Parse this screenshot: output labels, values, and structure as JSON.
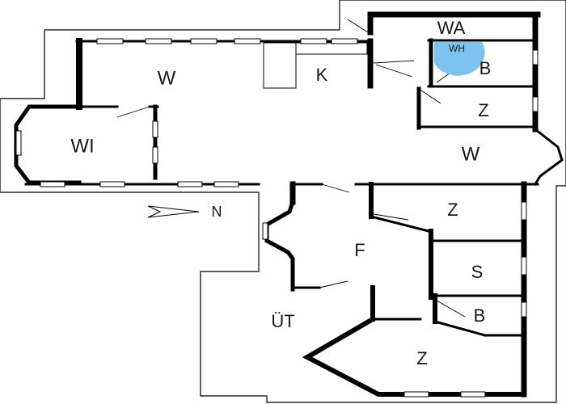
{
  "plan": {
    "rooms": {
      "wa": "WA",
      "wh": "WH",
      "w_top": "W",
      "k": "K",
      "b_top": "B",
      "z_top": "Z",
      "wi": "WI",
      "w_right": "W",
      "z_mid": "Z",
      "f": "F",
      "s": "S",
      "b_bottom": "B",
      "ut": "ÜT",
      "z_bottom": "Z"
    },
    "compass": "N",
    "colors": {
      "wall": "#000000",
      "background": "#ffffff",
      "wh_fill": "#7cc3f0"
    }
  }
}
